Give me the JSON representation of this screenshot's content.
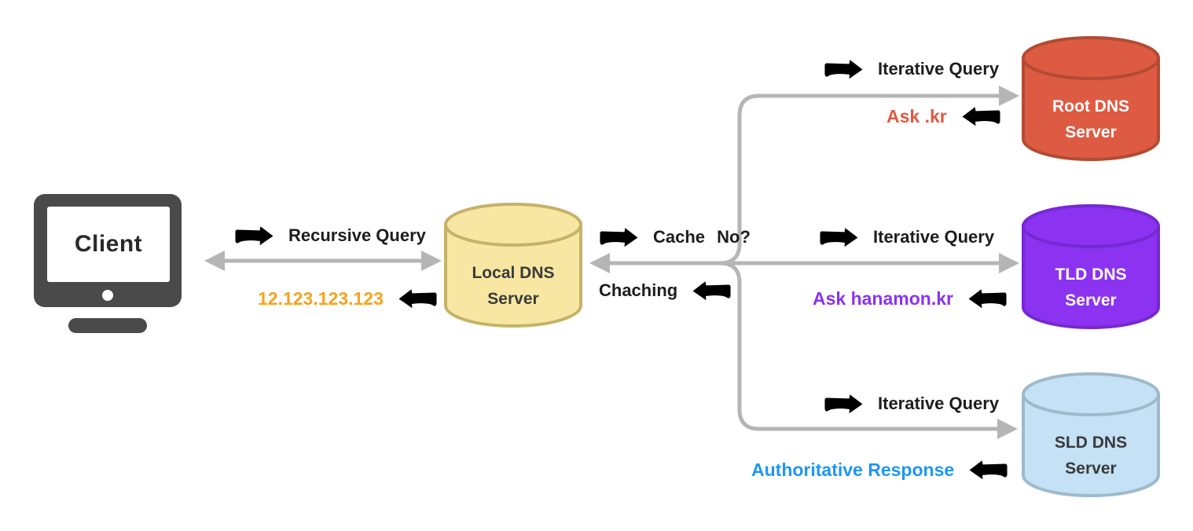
{
  "client": {
    "label": "Client"
  },
  "local_dns": {
    "label_line1": "Local DNS",
    "label_line2": "Server",
    "fill": "#F8E7A3",
    "stroke": "#C6B269",
    "text_color": "#3a3a3a"
  },
  "servers": [
    {
      "id": "root-dns-server",
      "label_line1": "Root DNS",
      "label_line2": "Server",
      "fill": "#DD5B42",
      "stroke": "#B34B33",
      "text_color": "#ffffff"
    },
    {
      "id": "tld-dns-server",
      "label_line1": "TLD DNS",
      "label_line2": "Server",
      "fill": "#8B33F0",
      "stroke": "#7628D2",
      "text_color": "#ffffff"
    },
    {
      "id": "sld-dns-server",
      "label_line1": "SLD DNS",
      "label_line2": "Server",
      "fill": "#C4E1F6",
      "stroke": "#9FB9CA",
      "text_color": "#3a3a3a"
    }
  ],
  "edges": {
    "recursive_query": "Recursive Query",
    "client_response": "12.123.123.123",
    "cache_check": "Cache No?",
    "caching": "Chaching",
    "root_query": "Iterative Query",
    "root_response": "Ask .kr",
    "tld_query": "Iterative Query",
    "tld_response": "Ask hanamon.kr",
    "sld_query": "Iterative Query",
    "sld_response": "Authoritative Response"
  },
  "colors": {
    "connector": "#B5B5B5",
    "query_label": "#1d1d1f",
    "client_response": "#F5A31F",
    "root_response": "#DD5B42",
    "tld_response": "#8B33F0",
    "sld_response": "#1E96F2",
    "client_device": "#4A4A4A"
  },
  "icons": {
    "query_arrow": "hand-drawn-right-arrow",
    "response_arrow": "hand-drawn-left-arrow"
  }
}
